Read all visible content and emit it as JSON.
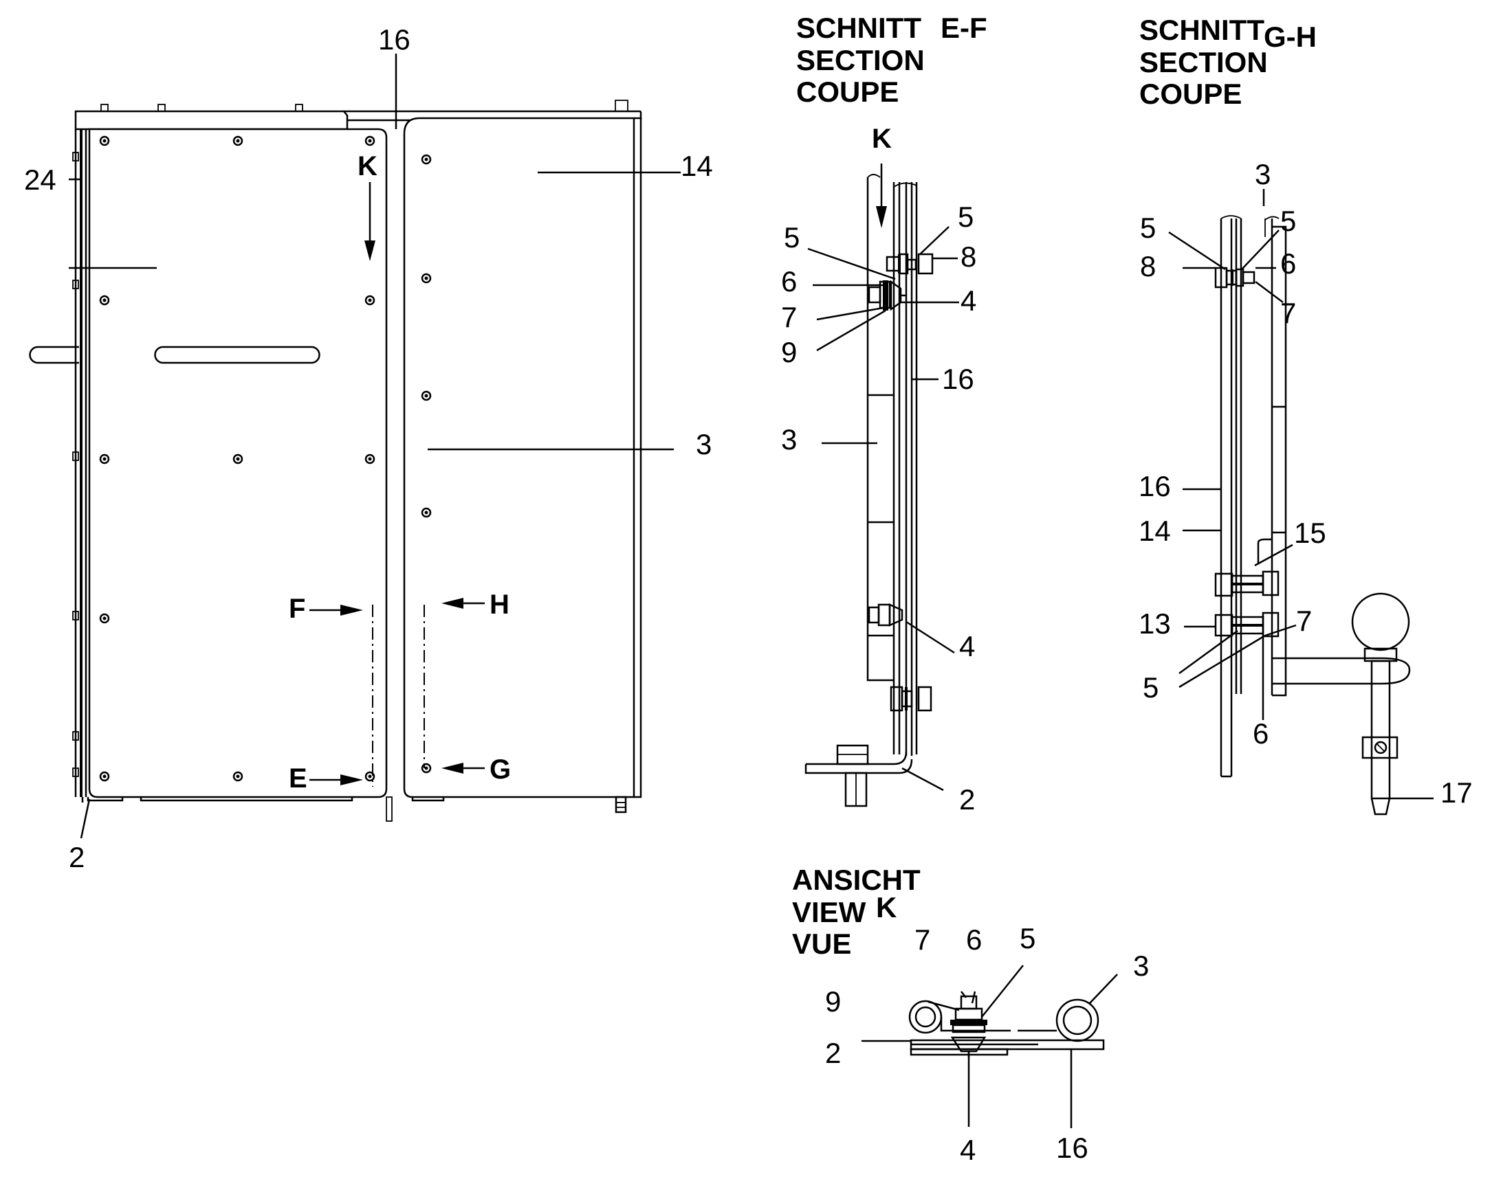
{
  "main_view": {
    "callouts": {
      "c16": "16",
      "c24": "24",
      "c14": "14",
      "c3": "3",
      "c2": "2"
    },
    "markers": {
      "k": "K",
      "f": "F",
      "h": "H",
      "e": "E",
      "g": "G"
    }
  },
  "section_ef": {
    "heading": [
      "SCHNITT",
      "SECTION",
      "COUPE"
    ],
    "tag": "E-F",
    "view_marker": "K",
    "callouts": {
      "c5a": "5",
      "c5b": "5",
      "c8": "8",
      "c6": "6",
      "c4a": "4",
      "c7": "7",
      "c9": "9",
      "c16": "16",
      "c3": "3",
      "c4b": "4",
      "c2": "2"
    }
  },
  "section_gh": {
    "heading": [
      "SCHNITT",
      "SECTION",
      "COUPE"
    ],
    "tag": "G-H",
    "callouts": {
      "c3": "3",
      "c5a": "5",
      "c5b": "5",
      "c8": "8",
      "c6a": "6",
      "c7a": "7",
      "c16": "16",
      "c14": "14",
      "c15": "15",
      "c13": "13",
      "c7b": "7",
      "c5c": "5",
      "c6b": "6",
      "c17": "17"
    }
  },
  "view_k": {
    "heading": [
      "ANSICHT",
      "VIEW",
      "VUE"
    ],
    "tag": "K",
    "callouts": {
      "c7": "7",
      "c6": "6",
      "c5": "5",
      "c3": "3",
      "c9": "9",
      "c2": "2",
      "c4": "4",
      "c16": "16"
    }
  }
}
